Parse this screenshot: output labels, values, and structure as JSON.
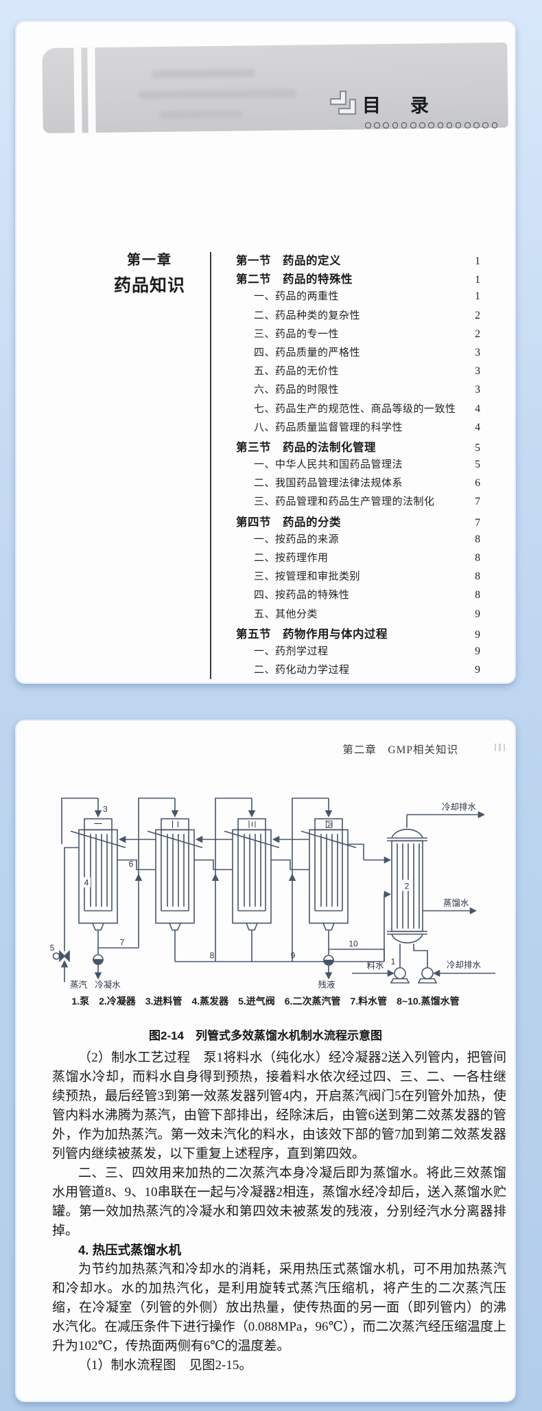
{
  "page1": {
    "band_title": "目　录",
    "chapter": {
      "line1": "第一章",
      "line2": "药品知识"
    },
    "toc": [
      {
        "label": "第一节　药品的定义",
        "page": "1",
        "level": "section"
      },
      {
        "label": "第二节　药品的特殊性",
        "page": "1",
        "level": "section"
      },
      {
        "label": "一、药品的两重性",
        "page": "1",
        "level": "sub"
      },
      {
        "label": "二、药品种类的复杂性",
        "page": "2",
        "level": "sub"
      },
      {
        "label": "三、药品的专一性",
        "page": "2",
        "level": "sub"
      },
      {
        "label": "四、药品质量的严格性",
        "page": "3",
        "level": "sub"
      },
      {
        "label": "五、药品的无价性",
        "page": "3",
        "level": "sub"
      },
      {
        "label": "六、药品的时限性",
        "page": "3",
        "level": "sub"
      },
      {
        "label": "七、药品生产的规范性、商品等级的一致性",
        "page": "4",
        "level": "sub"
      },
      {
        "label": "八、药品质量监督管理的科学性",
        "page": "4",
        "level": "sub"
      },
      {
        "label": "第三节　药品的法制化管理",
        "page": "5",
        "level": "section"
      },
      {
        "label": "一、中华人民共和国药品管理法",
        "page": "5",
        "level": "sub"
      },
      {
        "label": "二、我国药品管理法律法规体系",
        "page": "6",
        "level": "sub"
      },
      {
        "label": "三、药品管理和药品生产管理的法制化",
        "page": "7",
        "level": "sub"
      },
      {
        "label": "第四节　药品的分类",
        "page": "7",
        "level": "section"
      },
      {
        "label": "一、按药品的来源",
        "page": "8",
        "level": "sub"
      },
      {
        "label": "二、按药理作用",
        "page": "8",
        "level": "sub"
      },
      {
        "label": "三、按管理和审批类别",
        "page": "8",
        "level": "sub"
      },
      {
        "label": "四、按药品的特殊性",
        "page": "8",
        "level": "sub"
      },
      {
        "label": "五、其他分类",
        "page": "9",
        "level": "sub"
      },
      {
        "label": "第五节　药物作用与体内过程",
        "page": "9",
        "level": "section"
      },
      {
        "label": "一、药剂学过程",
        "page": "9",
        "level": "sub"
      },
      {
        "label": "二、药化动力学过程",
        "page": "9",
        "level": "sub"
      }
    ]
  },
  "page2": {
    "header": "第二章　GMP相关知识",
    "diagram": {
      "cols": [
        "一",
        "二",
        "三",
        "四"
      ],
      "nums": {
        "n1": "1",
        "n2": "2",
        "n3": "3",
        "n4": "4",
        "n5": "5",
        "n6": "6",
        "n7": "7",
        "n8": "8",
        "n9": "9",
        "n10": "10"
      },
      "labels": {
        "steam": "蒸汽",
        "condensate": "冷凝水",
        "residue": "残液",
        "feed_water": "料水",
        "cooling_drain_top": "冷却排水",
        "cooling_drain_bottom": "冷却排水",
        "distilled_water": "蒸馏水"
      },
      "legend": "1.泵　2.冷凝器　3.进料管　4.蒸发器　5.进气阀　6.二次蒸汽管　7.料水管　8~10.蒸馏水管",
      "caption": "图2-14　列管式多效蒸馏水机制水流程示意图"
    },
    "paragraphs": {
      "p1": "（2）制水工艺过程　泵1将料水（纯化水）经冷凝器2送入列管内，把管间蒸馏水冷却，而料水自身得到预热，接着料水依次经过四、三、二、一各柱继续预热，最后经管3到第一效蒸发器列管4内，开启蒸汽阀门5在列管外加热，使管内料水沸腾为蒸汽，由管下部排出，经除沫后，由管6送到第二效蒸发器的管外，作为加热蒸汽。第一效未汽化的料水，由该效下部的管7加到第二效蒸发器列管内继续被蒸发，以下重复上述程序，直到第四效。",
      "p2": "二、三、四效用来加热的二次蒸汽本身冷凝后即为蒸馏水。将此三效蒸馏水用管道8、9、10串联在一起与冷凝器2相连，蒸馏水经冷却后，送入蒸馏水贮罐。第一效加热蒸汽的冷凝水和第四效未被蒸发的残液，分别经汽水分离器排掉。",
      "h1": "4. 热压式蒸馏水机",
      "p3": "为节约加热蒸汽和冷却水的消耗，采用热压式蒸馏水机，可不用加热蒸汽和冷却水。水的加热汽化，是利用旋转式蒸汽压缩机，将产生的二次蒸汽压缩，在冷凝室（列管的外侧）放出热量，使传热面的另一面（即列管内）的沸水汽化。在减压条件下进行操作（0.088MPa，96℃），而二次蒸汽经压缩温度上升为102℃，传热面两侧有6℃的温度差。",
      "p4": "（1）制水流程图　见图2-15。"
    }
  }
}
